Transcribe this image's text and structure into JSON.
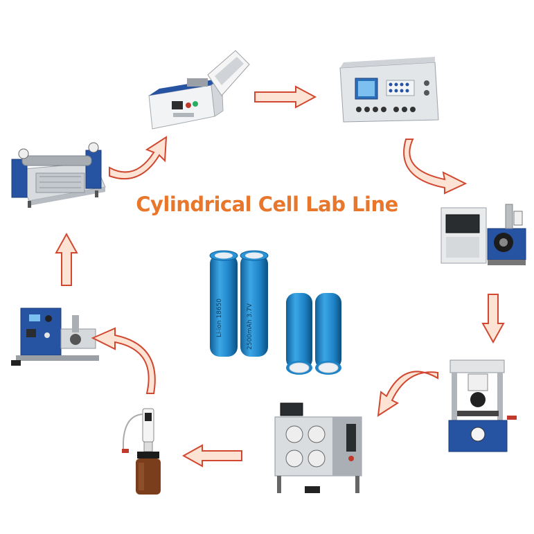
{
  "diagram": {
    "title": "Cylindrical Cell Lab Line",
    "colors": {
      "title": "#E8762B",
      "arrow_fill": "#FCE3D3",
      "arrow_stroke": "#D1472F",
      "battery_blue": "#1E84C7",
      "battery_dark": "#0F5F97",
      "machine_body": "#E6E8EA",
      "machine_blue": "#2753A3"
    },
    "battery_print": {
      "line1": "Li-ion 18650",
      "line2": "2500mAh 3.7V"
    },
    "steps": [
      {
        "id": "roller-press",
        "icon": "roller-press-machine"
      },
      {
        "id": "film-coater",
        "icon": "coating-machine"
      },
      {
        "id": "rack-controller",
        "icon": "controller-unit"
      },
      {
        "id": "spot-welder",
        "icon": "spot-welding-machine"
      },
      {
        "id": "hydraulic-crimper",
        "icon": "crimping-press"
      },
      {
        "id": "winding-machine",
        "icon": "winding-machine"
      },
      {
        "id": "electrolyte-dispenser",
        "icon": "bottle-dispenser"
      },
      {
        "id": "sealing-station",
        "icon": "sealing-station"
      }
    ]
  }
}
